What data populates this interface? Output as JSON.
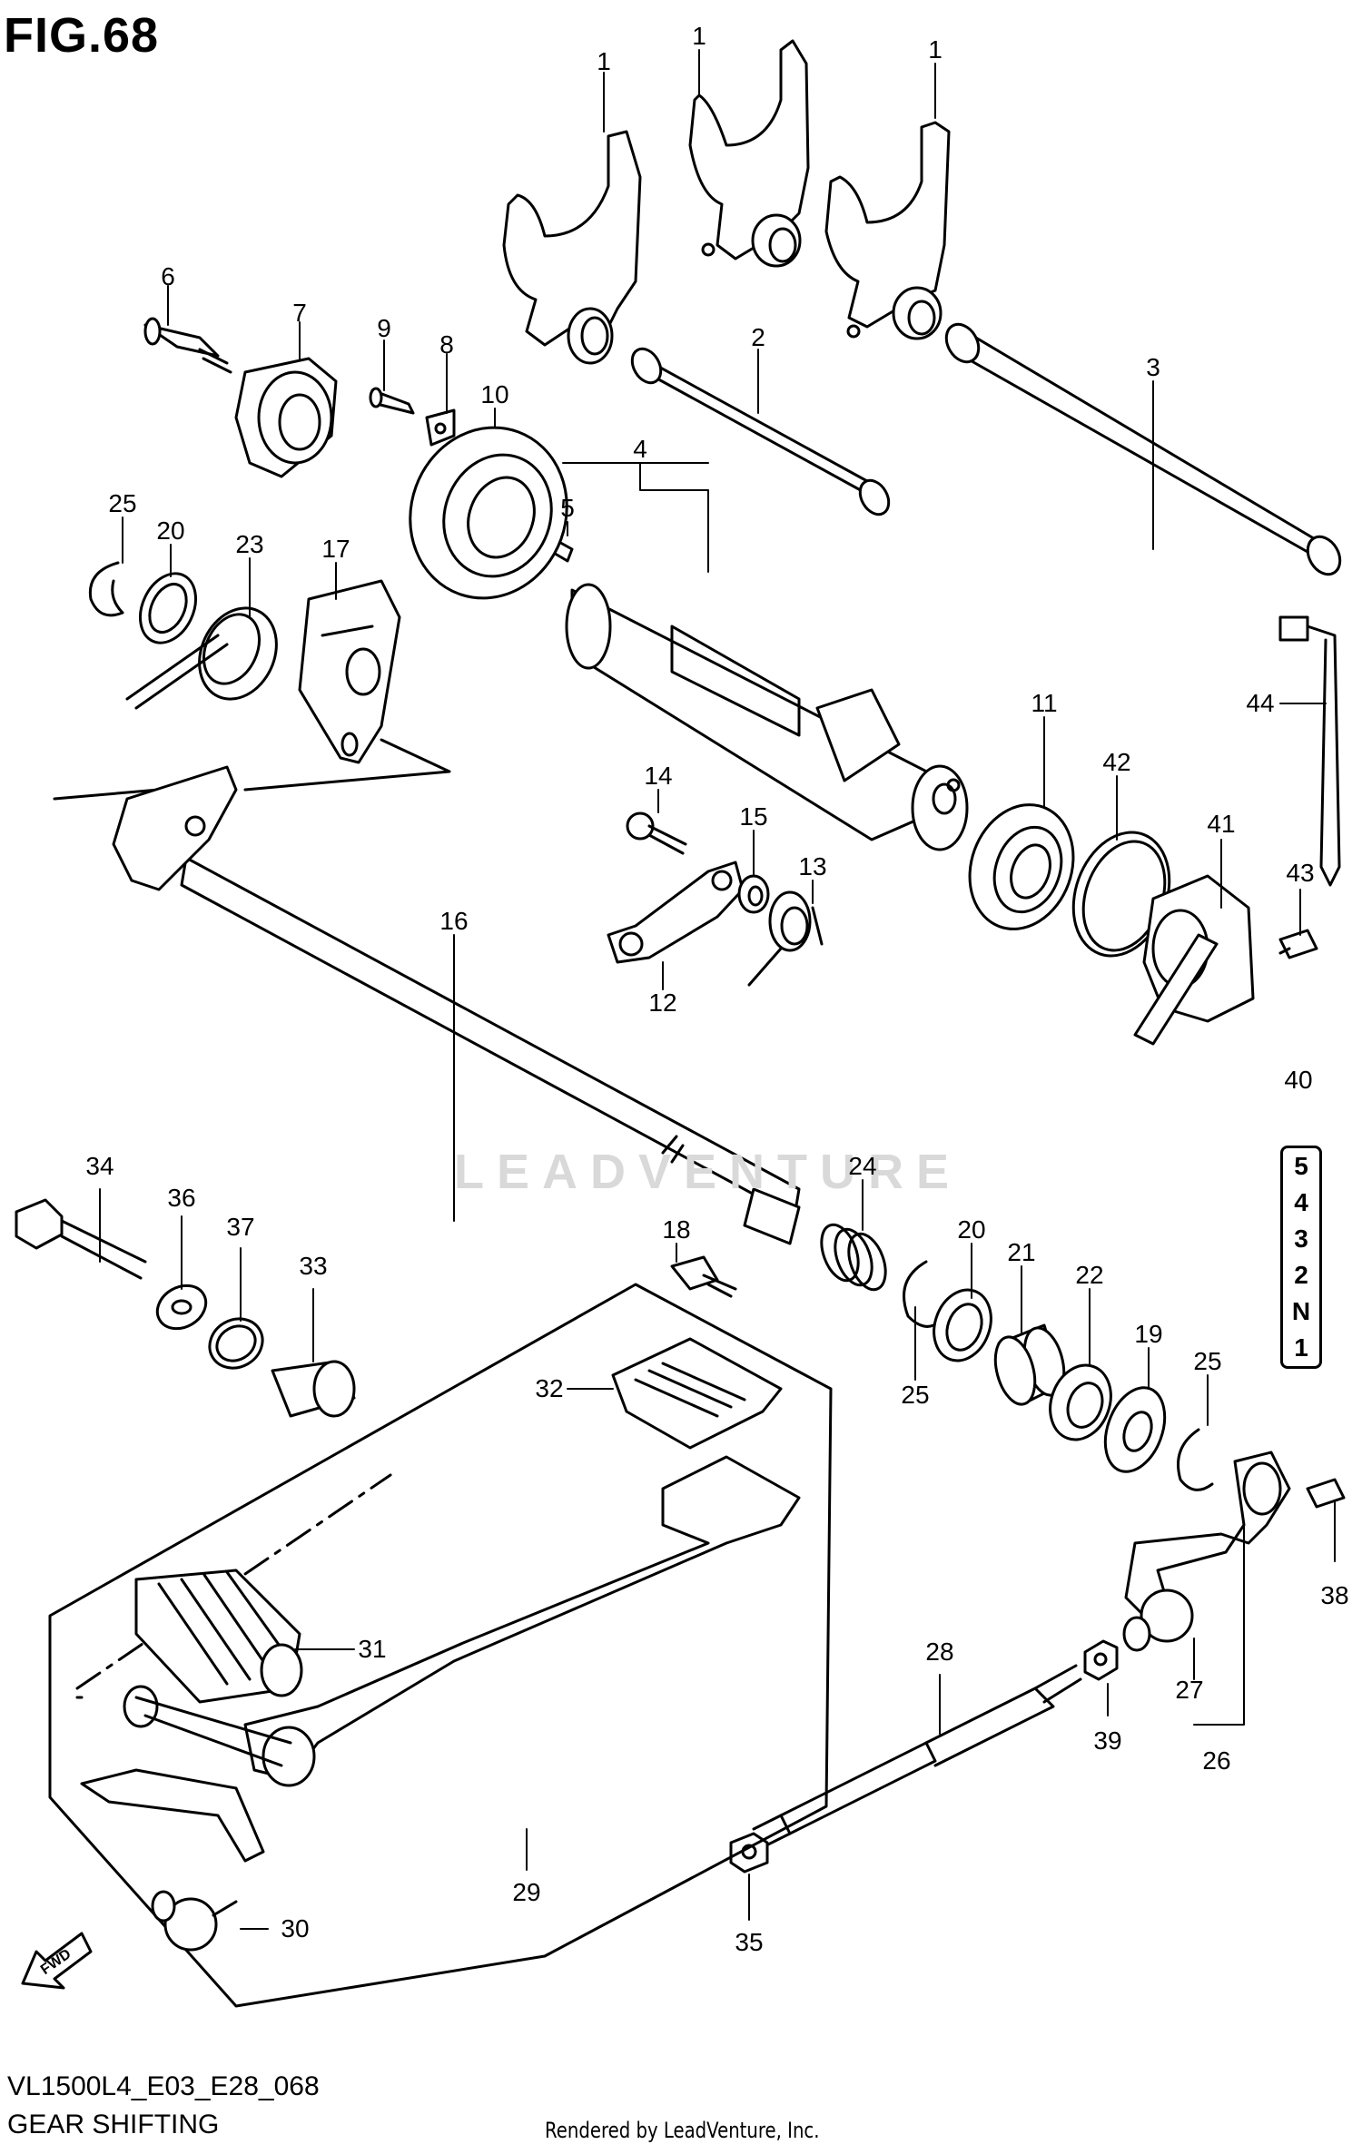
{
  "title": "FIG.68",
  "model_code": "VL1500L4_E03_E28_068",
  "section_name": "GEAR SHIFTING",
  "render_credit": "Rendered by LeadVenture, Inc.",
  "watermark": "LEADVENTURE",
  "fwd_label": "FWD",
  "gear_indicator": [
    "5",
    "4",
    "3",
    "2",
    "N",
    "1"
  ],
  "callouts": {
    "c1a": "1",
    "c1b": "1",
    "c1c": "1",
    "c2": "2",
    "c3": "3",
    "c4": "4",
    "c5": "5",
    "c6": "6",
    "c7": "7",
    "c8": "8",
    "c9": "9",
    "c10": "10",
    "c11": "11",
    "c12": "12",
    "c13": "13",
    "c14": "14",
    "c15": "15",
    "c16": "16",
    "c17": "17",
    "c18": "18",
    "c19": "19",
    "c20a": "20",
    "c20b": "20",
    "c21": "21",
    "c22": "22",
    "c23": "23",
    "c24": "24",
    "c25a": "25",
    "c25b": "25",
    "c25c": "25",
    "c26": "26",
    "c27": "27",
    "c28": "28",
    "c29": "29",
    "c30": "30",
    "c31": "31",
    "c32": "32",
    "c33": "33",
    "c34": "34",
    "c35": "35",
    "c36": "36",
    "c37": "37",
    "c38": "38",
    "c39": "39",
    "c40": "40",
    "c41": "41",
    "c42": "42",
    "c43": "43",
    "c44": "44"
  }
}
